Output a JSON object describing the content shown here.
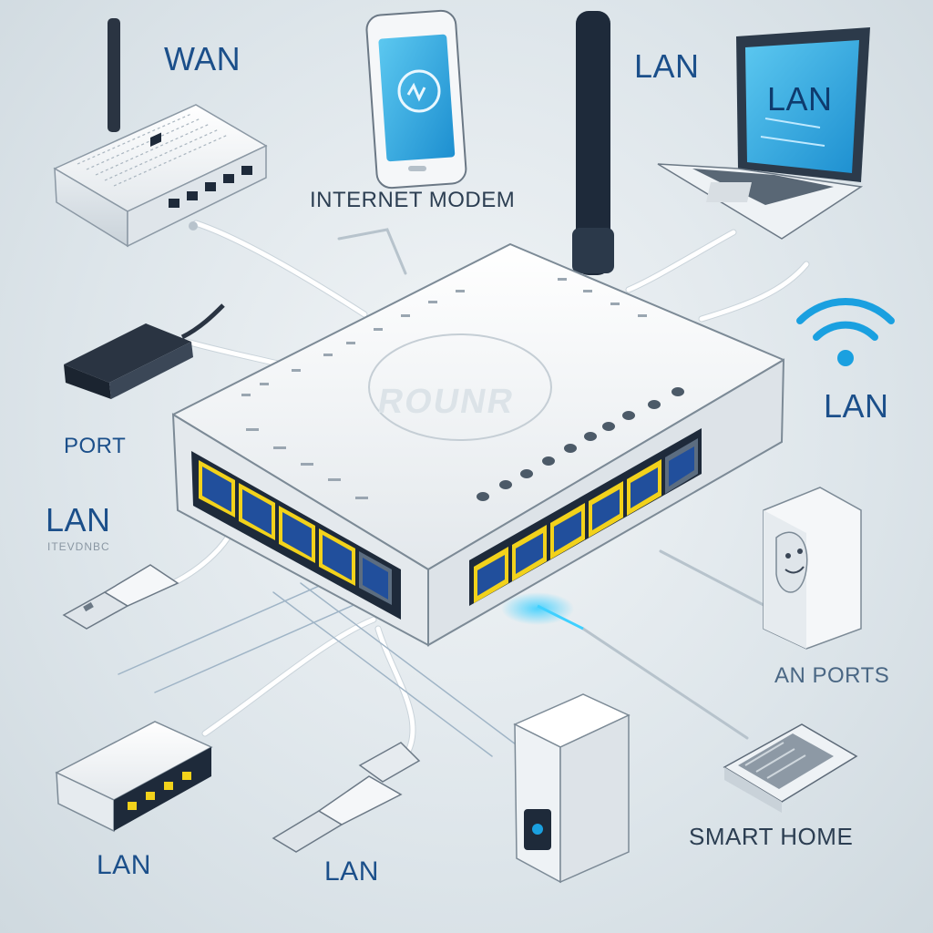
{
  "labels": {
    "wan": "WAN",
    "lan_top": "LAN",
    "laptop_screen": "LAN",
    "internet_modem": "INTERNET MODEM",
    "lan_right": "LAN",
    "port": "PORT",
    "lan_left": "LAN",
    "lan_left_sub": "ITEVDNBC",
    "router_brand": "ROUNR",
    "lan_ports": "AN PORTS",
    "smart_home": "SMART HOME",
    "lan_bottom_left": "LAN",
    "lan_bottom_center": "LAN"
  },
  "colors": {
    "label_blue": "#1b4f8a",
    "accent_cyan": "#19a7e0",
    "port_yellow": "#f2d21b",
    "device_white": "#f4f6f8",
    "device_dark": "#1e2a3a"
  },
  "icons": [
    "router-icon",
    "modem-icon",
    "phone-icon",
    "laptop-icon",
    "antenna-icon",
    "wifi-icon",
    "ethernet-plug-icon",
    "usb-plug-icon",
    "smart-plug-icon",
    "desktop-tower-icon",
    "network-switch-icon",
    "keypad-device-icon"
  ]
}
